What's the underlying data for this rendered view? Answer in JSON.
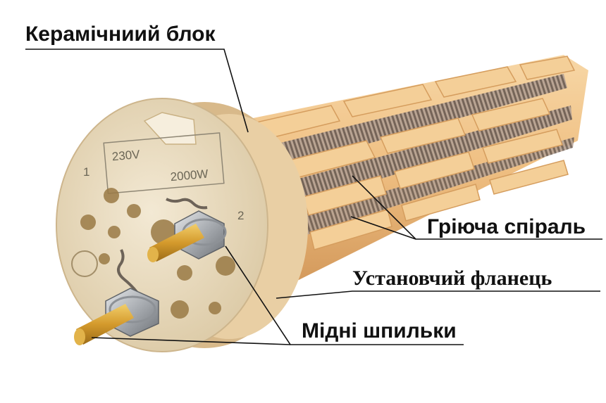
{
  "callouts": {
    "ceramic_block": "Керамічниий блок",
    "heating_coil": "Гріюча спіраль",
    "mounting_flange": "Установчий фланець",
    "copper_studs": "Мідні шпильки"
  },
  "flange_face": {
    "voltage": "230V",
    "power": "2000W",
    "terminal_1": "1",
    "terminal_2": "2"
  },
  "colors": {
    "background": "#ffffff",
    "ceramic": "#f0c48a",
    "ceramic_shadow": "#d9a466",
    "flange": "#efe2c7",
    "coil": "#8a7a6c",
    "copper": "#d9a33a",
    "steel": "#b9bcc0",
    "text": "#111111"
  },
  "icons": [
    "heating-element-photo",
    "terminal-nut-icon",
    "heater-stud-icon"
  ]
}
